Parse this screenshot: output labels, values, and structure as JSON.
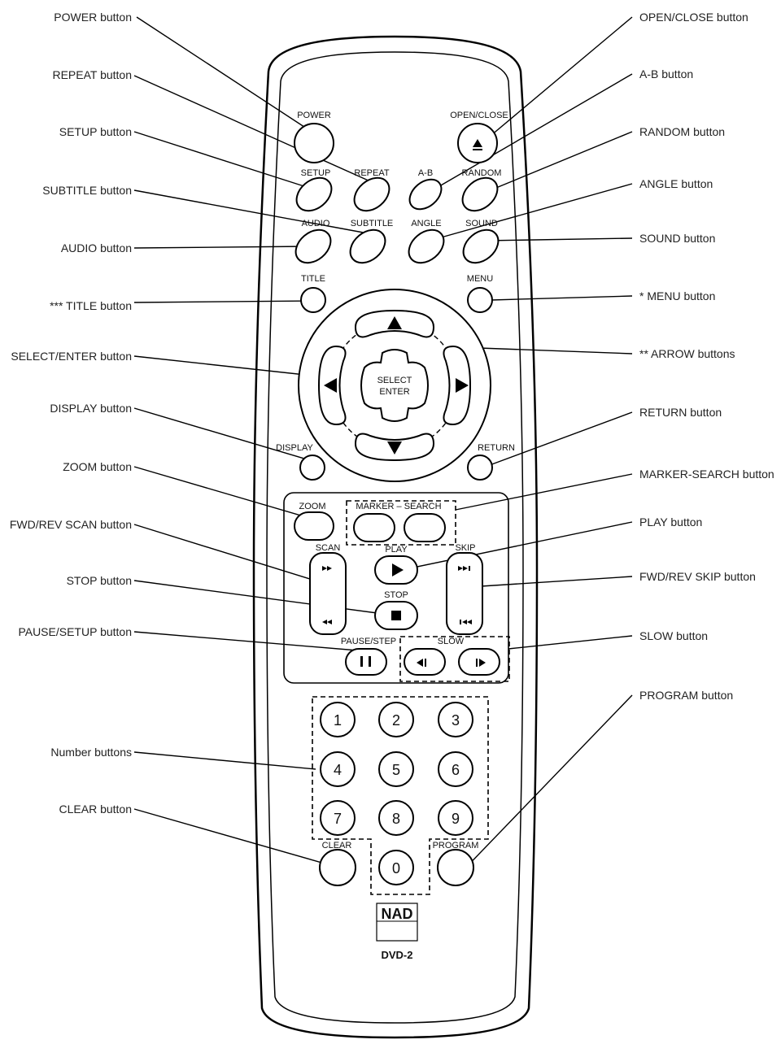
{
  "callouts": {
    "power": "POWER button",
    "repeat": "REPEAT button",
    "setup": "SETUP button",
    "subtitle": "SUBTITLE button",
    "audio": "AUDIO button",
    "title": "*** TITLE button",
    "select_enter": "SELECT/ENTER button",
    "display": "DISPLAY button",
    "zoom": "ZOOM button",
    "fwd_rev_scan": "FWD/REV SCAN button",
    "stop": "STOP button",
    "pause_setup": "PAUSE/SETUP button",
    "numbers": "Number buttons",
    "clear": "CLEAR button",
    "open_close": "OPEN/CLOSE button",
    "ab": "A-B button",
    "random": "RANDOM button",
    "angle": "ANGLE button",
    "sound": "SOUND button",
    "menu": "* MENU button",
    "arrow": "** ARROW buttons",
    "return": "RETURN button",
    "marker_search": "MARKER-SEARCH button",
    "play": "PLAY button",
    "fwd_rev_skip": "FWD/REV SKIP button",
    "slow": "SLOW button",
    "program": "PROGRAM button"
  },
  "labels": {
    "power": "POWER",
    "open_close": "OPEN/CLOSE",
    "setup": "SETUP",
    "repeat": "REPEAT",
    "ab": "A-B",
    "random": "RANDOM",
    "audio": "AUDIO",
    "subtitle": "SUBTITLE",
    "angle": "ANGLE",
    "sound": "SOUND",
    "title": "TITLE",
    "menu": "MENU",
    "select": "SELECT",
    "enter": "ENTER",
    "display": "DISPLAY",
    "return": "RETURN",
    "zoom": "ZOOM",
    "marker_search": "MARKER – SEARCH",
    "scan": "SCAN",
    "play": "PLAY",
    "skip": "SKIP",
    "stop": "STOP",
    "pause_step": "PAUSE/STEP",
    "slow": "SLOW",
    "clear": "CLEAR",
    "program": "PROGRAM"
  },
  "digits": [
    "1",
    "2",
    "3",
    "4",
    "5",
    "6",
    "7",
    "8",
    "9",
    "0"
  ],
  "brand": {
    "logo": "NAD",
    "model": "DVD-2"
  }
}
